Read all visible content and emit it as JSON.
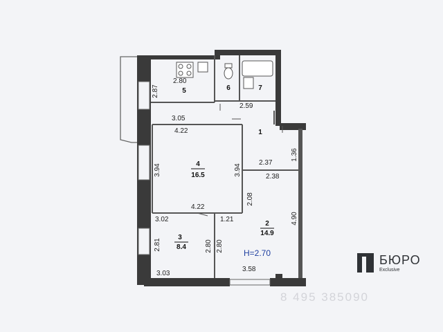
{
  "rooms": [
    {
      "id": "1",
      "number": "1",
      "area": ""
    },
    {
      "id": "2",
      "number": "2",
      "area": "14.9"
    },
    {
      "id": "3",
      "number": "3",
      "area": "8.4"
    },
    {
      "id": "4",
      "number": "4",
      "area": "16.5"
    },
    {
      "id": "5",
      "number": "5",
      "area": ""
    },
    {
      "id": "6",
      "number": "6",
      "area": ""
    },
    {
      "id": "7",
      "number": "7",
      "area": ""
    }
  ],
  "dimensions": {
    "kitchen_width": "2.80",
    "kitchen_height": "2.87",
    "hall_top": "3.05",
    "bath_width": "2.59",
    "room4_top": "4.22",
    "room4_bottom": "4.22",
    "room4_height_left": "3.94",
    "room4_height_right": "3.94",
    "corridor_width_top": "2.37",
    "corridor_width_bottom": "2.38",
    "corridor_height": "1.36",
    "corridor_length": "2.08",
    "room3_top": "3.02",
    "room3_bottom": "3.03",
    "room3_height_left": "2.81",
    "room3_height_right_a": "2.80",
    "room3_height_right_b": "2.80",
    "room2_gap": "1.21",
    "room2_height": "4.90",
    "room2_bottom": "3.58"
  },
  "ceiling_height": "H=2.70",
  "logo": {
    "name": "БЮРО",
    "sub": "Exclusive"
  },
  "watermark": "8 495 385090",
  "colors": {
    "wall": "#3a3a3a",
    "window": "#666666",
    "line": "#555555",
    "paper": "#f3f4f7"
  }
}
